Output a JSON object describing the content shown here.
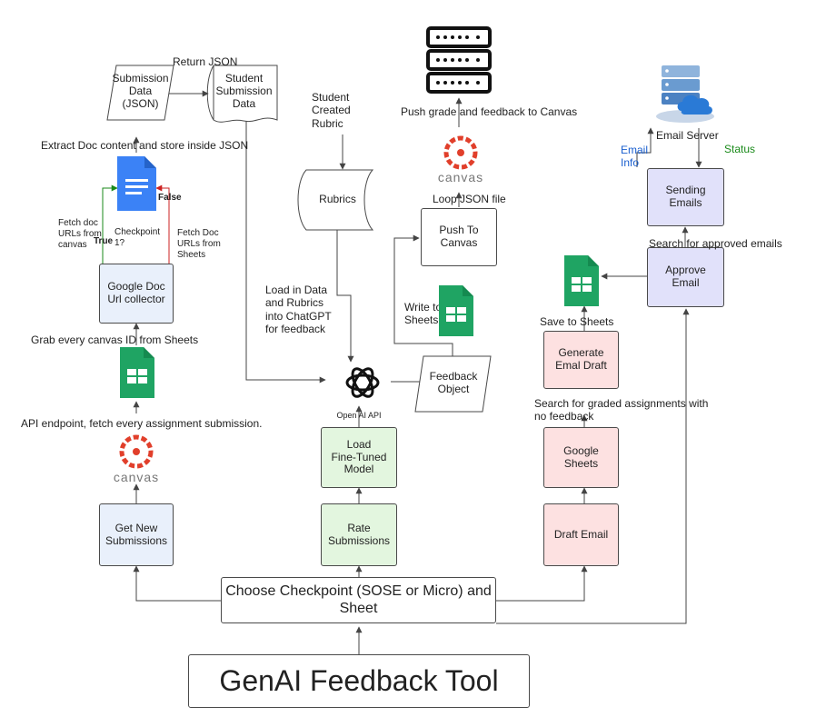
{
  "title": "GenAI Feedback Tool",
  "start": "Choose Checkpoint (SOSE or Micro) and\nSheet",
  "left_column": {
    "get_new": "Get New\nSubmissions",
    "api_label": "API endpoint, fetch every assignment submission.",
    "grab_label": "Grab every canvas ID from Sheets",
    "url_collector": "Google Doc\nUrl collector",
    "checkpoint_q": "Checkpoint\n1?",
    "true_label": "True",
    "false_label": "False",
    "fetch_canvas": "Fetch doc\nURLs from\ncanvas",
    "fetch_sheets": "Fetch Doc\nURLs from\nSheets",
    "extract_label": "Extract Doc content and store inside JSON",
    "submission_data": "Submission\nData\n(JSON)",
    "return_json": "Return JSON",
    "student_submission": "Student\nSubmission\nData"
  },
  "middle_column": {
    "rate": "Rate\nSubmissions",
    "load_model": "Load\nFine-Tuned\nModel",
    "openai_label": "Open AI API",
    "student_rubric": "Student\nCreated\nRubric",
    "rubrics": "Rubrics",
    "load_data": "Load in Data\nand Rubrics\ninto ChatGPT\nfor feedback",
    "feedback_object": "Feedback\nObject",
    "write_sheets": "Write to\nSheets",
    "push_canvas": "Push To\nCanvas",
    "loop_json": "Loop JSON file",
    "push_grade": "Push grade and feedback to Canvas"
  },
  "right_column": {
    "draft_email": "Draft Email",
    "google_sheets": "Google\nSheets",
    "search_graded": "Search for graded assignments with\nno feedback",
    "generate_draft": "Generate\nEmal Draft",
    "save_sheets": "Save to Sheets",
    "approve_email": "Approve\nEmail",
    "search_approved": "Search for approved emails",
    "sending_emails": "Sending\nEmails",
    "email_info": "Email\nInfo",
    "status": "Status",
    "email_server": "Email Server"
  },
  "canvas_logo_text": "canvas",
  "colors": {
    "blue_box": "#e9f0fb",
    "green_box": "#e3f6df",
    "red_box": "#fde1e1",
    "purple_box": "#e1e1fa",
    "canvas_red": "#e13f2b",
    "sheets_green": "#1fa463",
    "docs_blue": "#3b82f6",
    "link_blue": "#1a5fcf",
    "status_green": "#1a8a1a",
    "arrow_green": "#1a8a1a",
    "arrow_red": "#cc2222"
  },
  "icons": [
    "canvas-logo-icon",
    "google-sheets-icon",
    "google-docs-icon",
    "openai-logo-icon",
    "server-rack-icon",
    "cloud-server-icon"
  ]
}
